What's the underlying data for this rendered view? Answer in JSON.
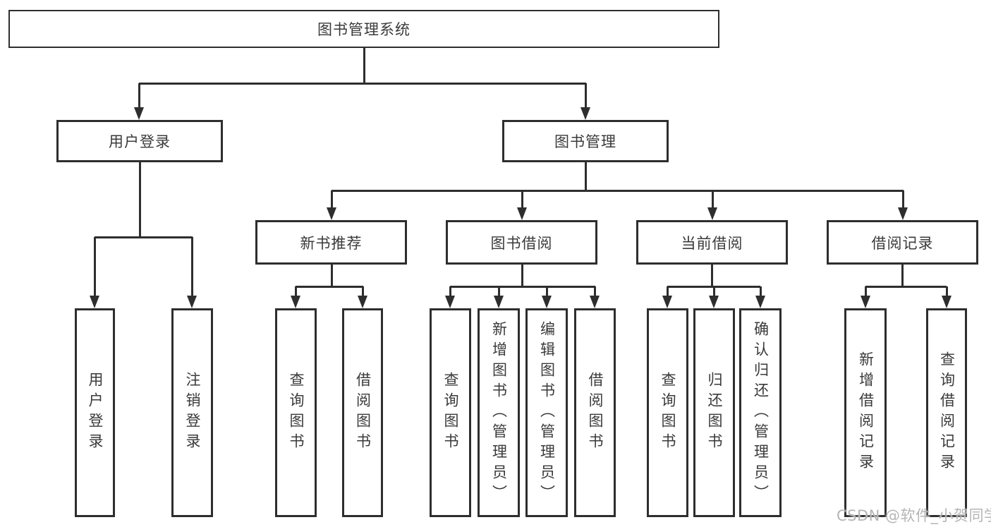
{
  "diagram": {
    "title": "图书管理系统",
    "root": {
      "label": "图书管理系统",
      "children": [
        {
          "label": "用户登录",
          "children": [
            {
              "label": "用户登录"
            },
            {
              "label": "注销登录"
            }
          ]
        },
        {
          "label": "图书管理",
          "children": [
            {
              "label": "新书推荐",
              "children": [
                {
                  "label": "查询图书"
                },
                {
                  "label": "借阅图书"
                }
              ]
            },
            {
              "label": "图书借阅",
              "children": [
                {
                  "label": "查询图书"
                },
                {
                  "label": "新增图书（管理员）"
                },
                {
                  "label": "编辑图书（管理员）"
                },
                {
                  "label": "借阅图书"
                }
              ]
            },
            {
              "label": "当前借阅",
              "children": [
                {
                  "label": "查询图书"
                },
                {
                  "label": "归还图书"
                },
                {
                  "label": "确认归还（管理员）"
                }
              ]
            },
            {
              "label": "借阅记录",
              "children": [
                {
                  "label": "新增借阅记录"
                },
                {
                  "label": "查询借阅记录"
                }
              ]
            }
          ]
        }
      ]
    }
  },
  "watermark": {
    "text": "CSDN @软件_小贺同学"
  },
  "theme": {
    "line_color": "#2e2e2e",
    "text_color": "#3a3a3a",
    "background": "#ffffff",
    "watermark_color": "#b5b5b5"
  }
}
